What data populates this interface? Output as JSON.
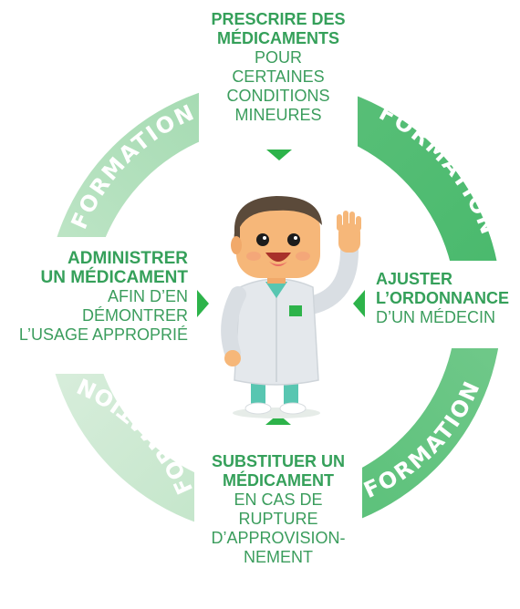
{
  "ring": {
    "label": "FORMATION",
    "colors": {
      "light": "#c9e9cf",
      "mid": "#8fd19f",
      "dark": "#4cbb6f"
    }
  },
  "top_card": {
    "title_lines": [
      "PRESCRIRE DES",
      "MÉDICAMENTS"
    ],
    "body_lines": [
      "POUR",
      "CERTAINES",
      "CONDITIONS",
      "MINEURES"
    ]
  },
  "left_card": {
    "title_lines": [
      "ADMINISTRER",
      "UN MÉDICAMENT"
    ],
    "body_lines": [
      "AFIN D’EN",
      "DÉMONTRER",
      "L’USAGE APPROPRIÉ"
    ]
  },
  "right_card": {
    "title_lines": [
      "AJUSTER",
      "L’ORDONNANCE"
    ],
    "body_lines": [
      "D’UN MÉDECIN"
    ]
  },
  "bottom_card": {
    "title_lines": [
      "SUBSTITUER UN",
      "MÉDICAMENT"
    ],
    "body_lines": [
      "EN CAS DE",
      "RUPTURE",
      "D’APPROVISION-",
      "NEMENT"
    ]
  },
  "colors": {
    "accent": "#35a05a",
    "arrow": "#2db34a"
  },
  "icons": {
    "doctor": "doctor-illustration"
  }
}
